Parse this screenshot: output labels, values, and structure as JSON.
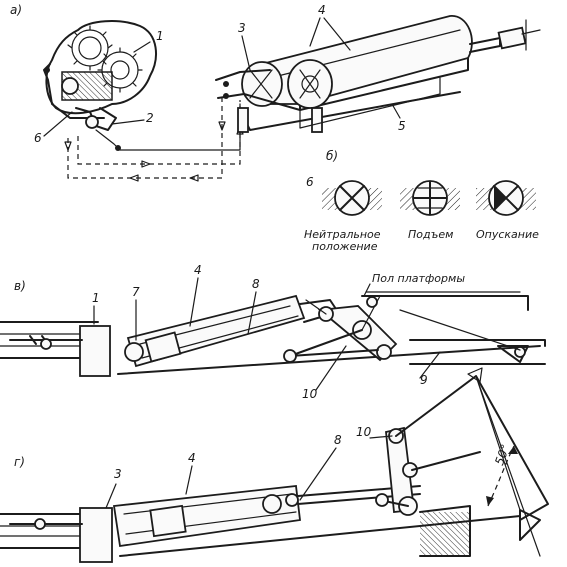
{
  "panel_labels": {
    "a": "а)",
    "b": "б)",
    "v": "в)",
    "g": "г)"
  },
  "part_numbers": {
    "a_1": "1",
    "a_2": "2",
    "a_3": "3",
    "a_4": "4",
    "a_5": "5",
    "a_6": "6",
    "b_6": "6",
    "v_1": "1",
    "v_7": "7",
    "v_4": "4",
    "v_8": "8",
    "v_10": "10",
    "v_9": "9",
    "g_3": "3",
    "g_4": "4",
    "g_8": "8",
    "g_10": "10"
  },
  "valve_positions": {
    "neutral_line1": "Нейтральное",
    "neutral_line2": "положение",
    "lift": "Подъем",
    "lower": "Опускание"
  },
  "platform_floor": "Пол платформы",
  "angle": "50°"
}
